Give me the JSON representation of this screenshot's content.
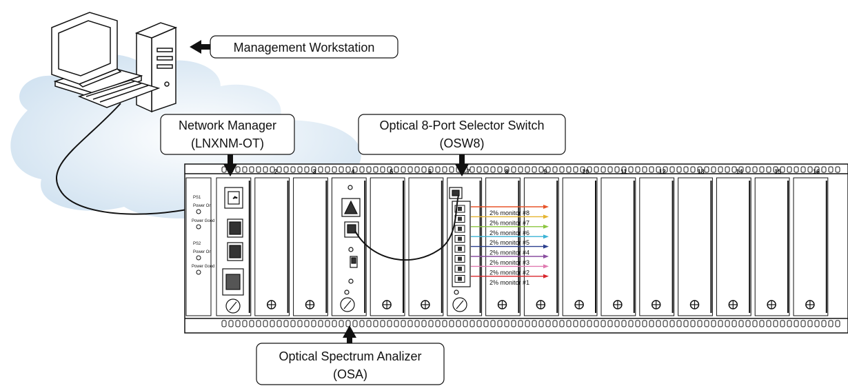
{
  "callouts": {
    "workstation": "Management Workstation",
    "nm_line1": "Network Manager",
    "nm_line2": "(LNXNM-OT)",
    "osw_line1": "Optical 8-Port Selector Switch",
    "osw_line2": "(OSW8)",
    "osa_line1": "Optical Spectrum Analizer",
    "osa_line2": "(OSA)"
  },
  "chassis": {
    "slot_numbers": [
      "2",
      "3",
      "4",
      "5",
      "6",
      "7",
      "8",
      "9",
      "10",
      "11",
      "12",
      "13",
      "14",
      "15",
      "16"
    ],
    "ps1": "PS1",
    "ps2": "PS2",
    "power_on": "Power On",
    "power_good": "Power Good"
  },
  "monitors": [
    {
      "label": "2% monitor #8",
      "color": "#e8542a"
    },
    {
      "label": "2% monitor #7",
      "color": "#e6b530"
    },
    {
      "label": "2% monitor #6",
      "color": "#8cc63f"
    },
    {
      "label": "2% monitor #5",
      "color": "#3cb3d6"
    },
    {
      "label": "2% monitor #4",
      "color": "#2b3f8e"
    },
    {
      "label": "2% monitor #3",
      "color": "#8a4fa0"
    },
    {
      "label": "2% monitor #2",
      "color": "#e07ab0"
    },
    {
      "label": "2% monitor #1",
      "color": "#d9262c"
    }
  ],
  "colors": {
    "cloud": "#dbe9f4",
    "line": "#111111",
    "panel": "#ffffff"
  }
}
